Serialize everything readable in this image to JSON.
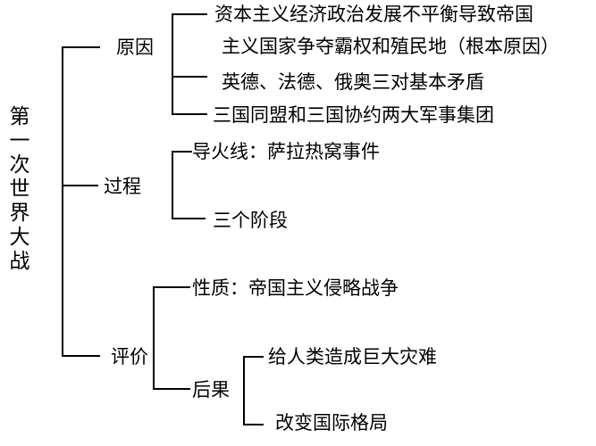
{
  "title": "第一次世界大战",
  "branches": {
    "cause": {
      "label": "原因",
      "items": [
        "资本主义经济政治发展不平衡导致帝国",
        "主义国家争夺霸权和殖民地（根本原因）",
        "英德、法德、俄奥三对基本矛盾",
        "三国同盟和三国协约两大军事集团"
      ]
    },
    "process": {
      "label": "过程",
      "items": [
        "导火线：萨拉热窝事件",
        "三个阶段"
      ]
    },
    "evaluation": {
      "label": "评价",
      "nature": "性质：帝国主义侵略战争",
      "consequence": {
        "label": "后果",
        "items": [
          "给人类造成巨大灾难",
          "改变国际格局"
        ]
      }
    }
  }
}
